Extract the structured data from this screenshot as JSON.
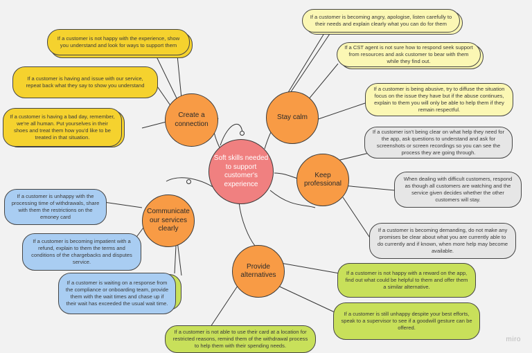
{
  "center": {
    "label": "Soft skills needed to support customer's experience"
  },
  "topics": {
    "create_connection": "Create a connection",
    "stay_calm": "Stay calm",
    "keep_professional": "Keep professional",
    "communicate": "Communicate our services clearly",
    "provide_alternatives": "Provide alternatives"
  },
  "notes": {
    "cc1": "If a customer is not happy with the experience, show you understand and look for ways to support them",
    "cc2": "If a customer is having and issue with our service, repeat back what they say to show you understand",
    "cc3": "If a customer is having a bad day, remember, we're all human. Put yourselves in their shoes and treat them how you'd like to be treated in that situation.",
    "sc1": "If a customer is becoming angry, apologise, listen carefully to their needs and explain clearly what you can do for them",
    "sc2": "If a CST agent is not sure how to respond seek support from resources and ask customer to bear with them while they find out.",
    "sc3": "If a customer is being abusive, try to diffuse the situation focus on the issue they have but if the abuse continues, explain to them you will only be able to help them if they remain respectful.",
    "kp1": "If a customer isn't being clear on what help they need for the app, ask questions to understand and ask for screenshots or screen recordings so you can see the process they are going through.",
    "kp2": "When dealing with difficult customers, respond as though all customers are watching and the service given decides whether the other customers will stay.",
    "kp3": "If a customer is becoming demanding, do not make any promises be clear about what you are currently able to do currently and if known, when more help may become available.",
    "cm1": "If a customer is unhappy with the processing time of withdrawals, share with them the restrictions on the emoney card",
    "cm2": "If a customer is becoming impatient with a refund, explain to them the terms and conditions of the chargebacks and disputes service.",
    "cm3": "If a customer is waiting on a response from the compliance or onboarding team,  provide them with the wait times and chase up if their wait has exceeded the usual wait time.",
    "pa1": "If a customer is not happy with a reward on the app, find out what could be helpful to them and offer them a similar alternative.",
    "pa2": "If a customer is still unhappy despite your best efforts, speak to a supervisor to see if a goodwill gesture can be offered.",
    "pa3": "If a customer is not able to use their card at a location for restricted reasons, remind them of the withdrawal process to help them with their spending needs."
  },
  "brand": {
    "logo": "miro"
  },
  "colors": {
    "orange": "#f89b45",
    "center": "#f08080",
    "yellow": "#f5d22e",
    "light_yellow": "#fbf7b4",
    "grey": "#e6e6e6",
    "blue": "#a9cdf2",
    "green": "#c8e05a",
    "background": "#f2f2f2"
  }
}
